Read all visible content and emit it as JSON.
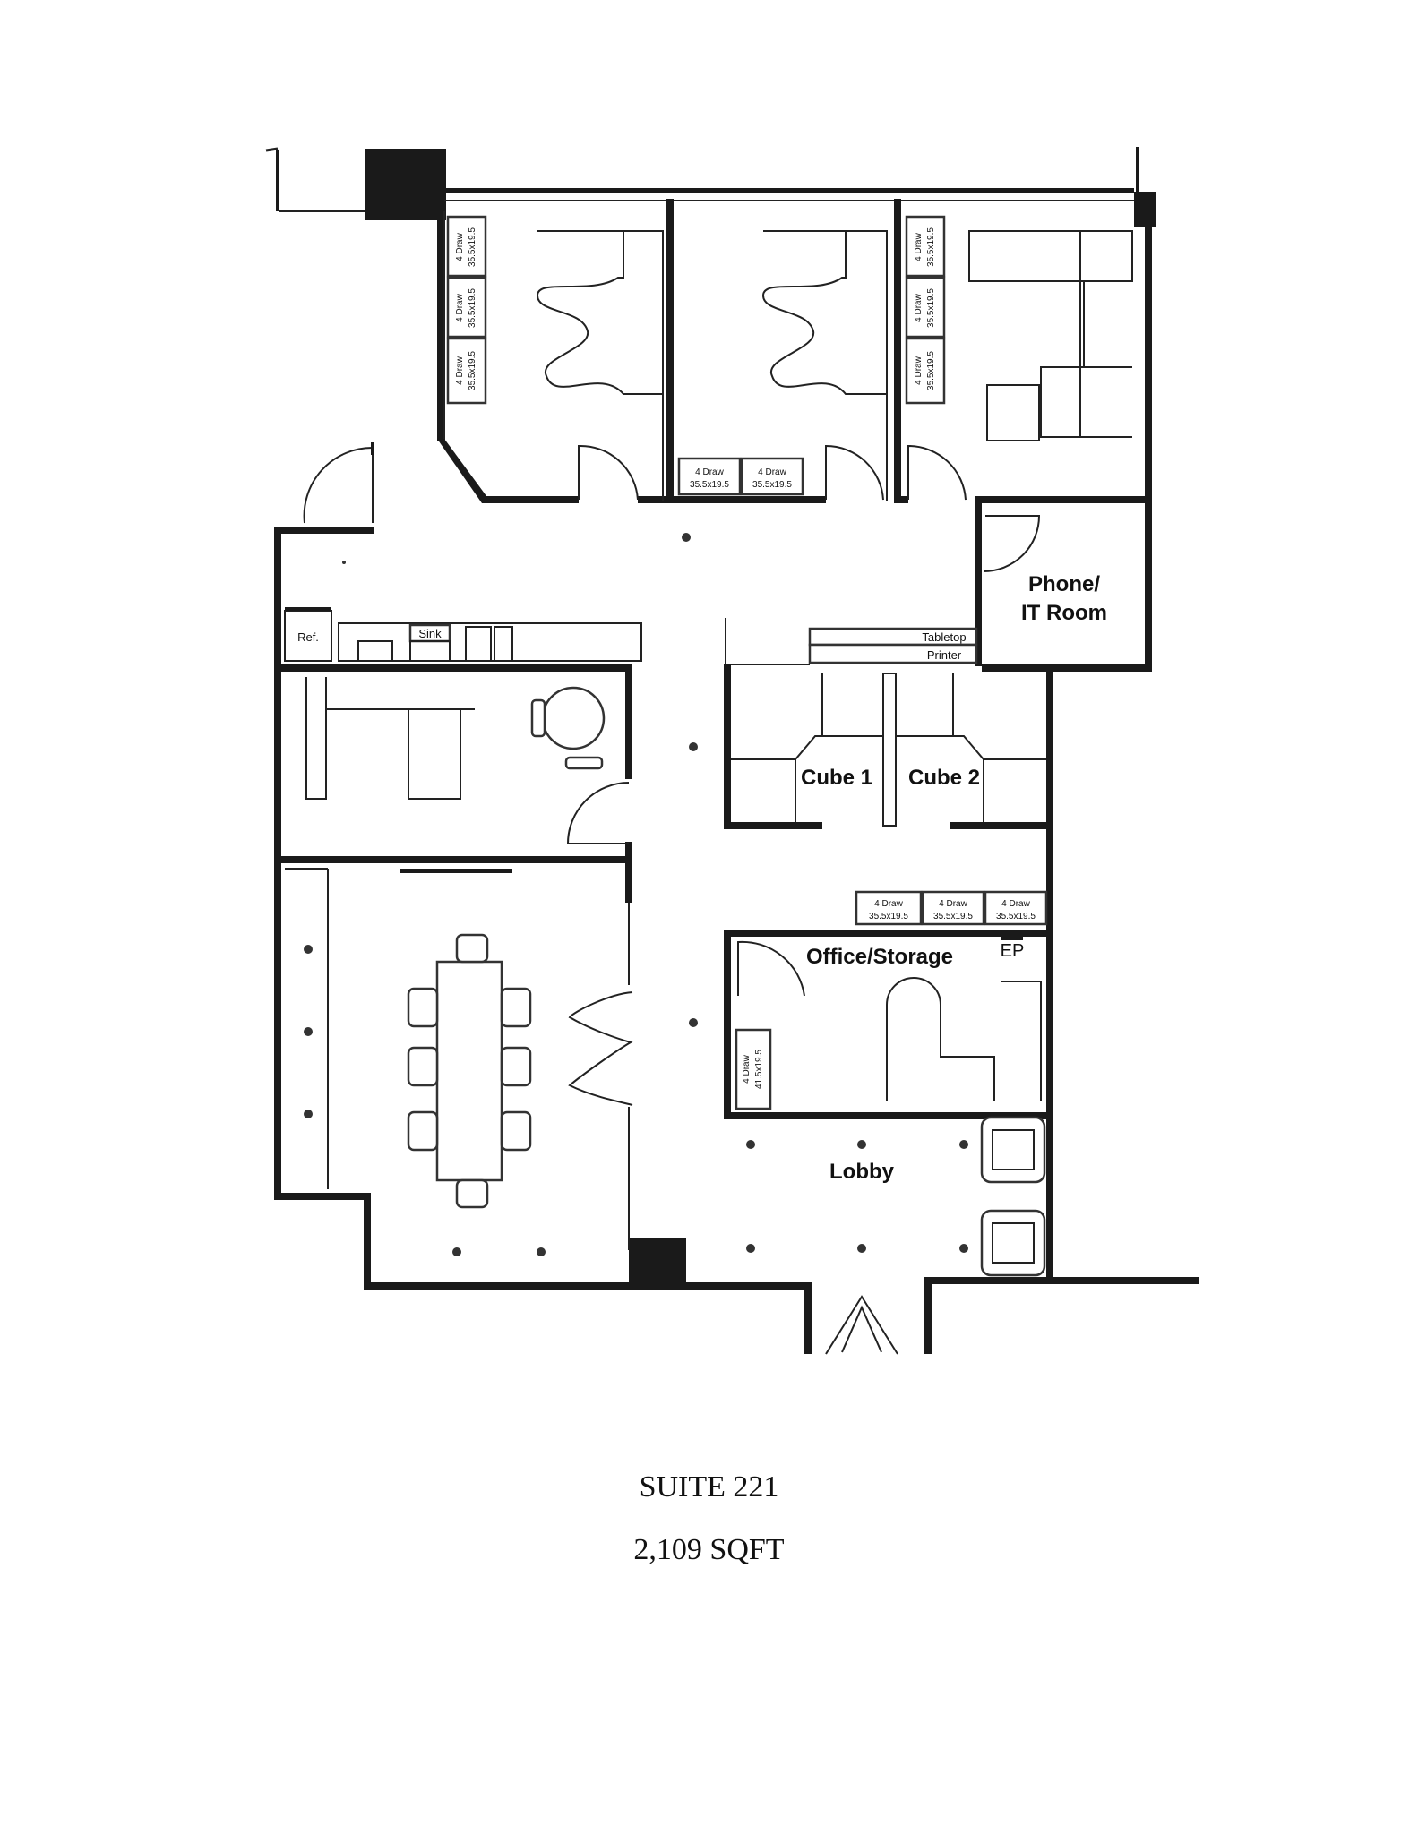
{
  "rooms": {
    "phone_it": [
      "Phone/",
      "IT Room"
    ],
    "cube1": "Cube 1",
    "cube2": "Cube 2",
    "office_storage": "Office/Storage",
    "ep": "EP",
    "lobby": "Lobby"
  },
  "fixtures": {
    "ref": "Ref.",
    "sink": "Sink",
    "tabletop": "Tabletop",
    "printer": "Printer"
  },
  "cabinet_labels": {
    "a": [
      "4 Draw",
      "35.5x19.5"
    ],
    "b": [
      "4 Draw",
      "41.5x19.5"
    ]
  },
  "caption": {
    "suite": "SUITE 221",
    "area": "2,109 SQFT"
  }
}
